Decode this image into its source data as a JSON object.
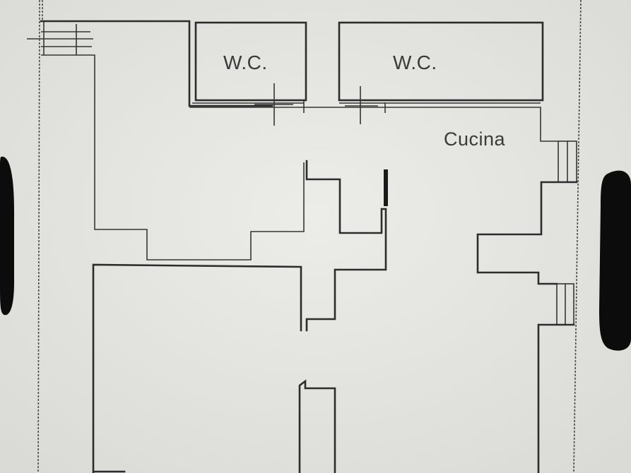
{
  "plan": {
    "rooms": [
      {
        "id": "wc-left",
        "label": "W.C."
      },
      {
        "id": "wc-right",
        "label": "W.C."
      },
      {
        "id": "kitchen",
        "label": "Cucina"
      }
    ]
  },
  "colors": {
    "paper": "#e7e7e4",
    "ink": "#2c2c2c",
    "marker": "#0c0c0c"
  }
}
